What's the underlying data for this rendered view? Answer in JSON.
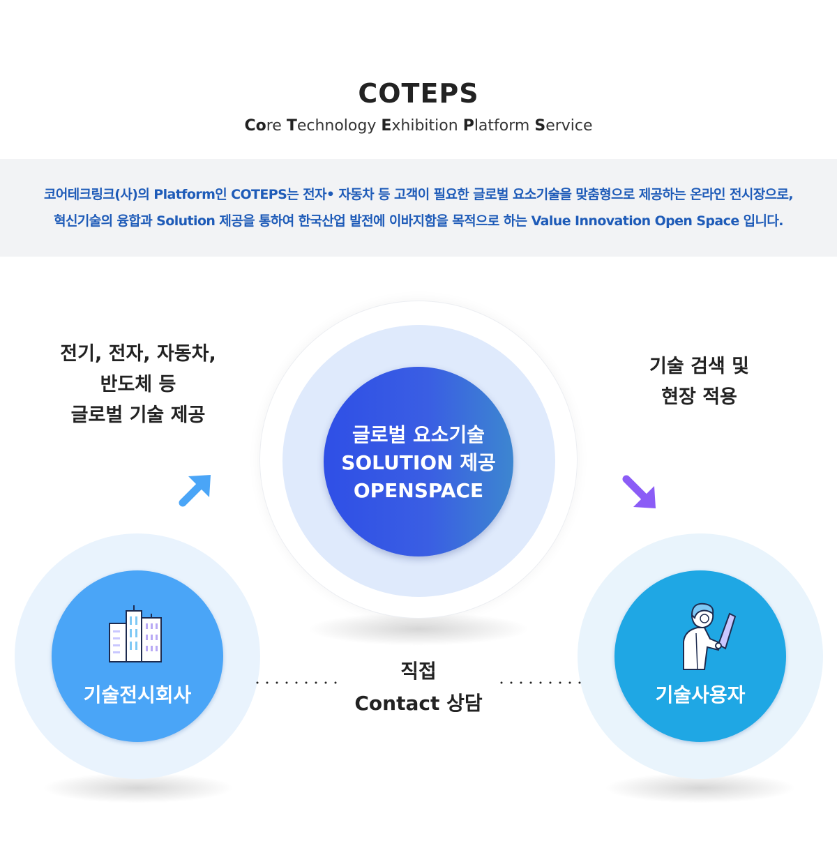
{
  "header": {
    "title": "COTEPS",
    "subtitle_parts": [
      {
        "strong": "Co",
        "rest": "re "
      },
      {
        "strong": "T",
        "rest": "echnology "
      },
      {
        "strong": "E",
        "rest": "xhibition "
      },
      {
        "strong": "P",
        "rest": "latform "
      },
      {
        "strong": "S",
        "rest": "ervice"
      }
    ]
  },
  "intro": {
    "line1": "코어테크링크(사)의 Platform인 COTEPS는 전자• 자동차 등 고객이 필요한 글로벌 요소기술을  맞춤형으로 제공하는 온라인 전시장으로,",
    "line2": "혁신기술의 융합과 Solution 제공을 통하여  한국산업 발전에 이바지함을 목적으로 하는 Value Innovation Open Space 입니다.",
    "color": "#1e5bb8"
  },
  "left_caption": {
    "lines": [
      "전기, 전자, 자동차,",
      "반도체 등",
      "글로벌 기술 제공"
    ]
  },
  "right_caption": {
    "lines": [
      "기술 검색 및",
      "현장 적용"
    ]
  },
  "center": {
    "lines": [
      "글로벌 요소기술",
      "SOLUTION 제공",
      "OPENSPACE"
    ]
  },
  "exhibitor": {
    "label": "기술전시회사",
    "icon": "buildings-icon",
    "color": "#4aa5f7"
  },
  "user": {
    "label": "기술사용자",
    "icon": "person-with-document-icon",
    "color": "#1fa7e4"
  },
  "contact": {
    "lines": [
      "직접",
      "Contact 상담"
    ]
  },
  "arrows": {
    "up": {
      "icon": "arrow-up-right-icon",
      "color": "#4aa5f7"
    },
    "down": {
      "icon": "arrow-down-right-icon",
      "color": "#8b5cf6"
    }
  }
}
